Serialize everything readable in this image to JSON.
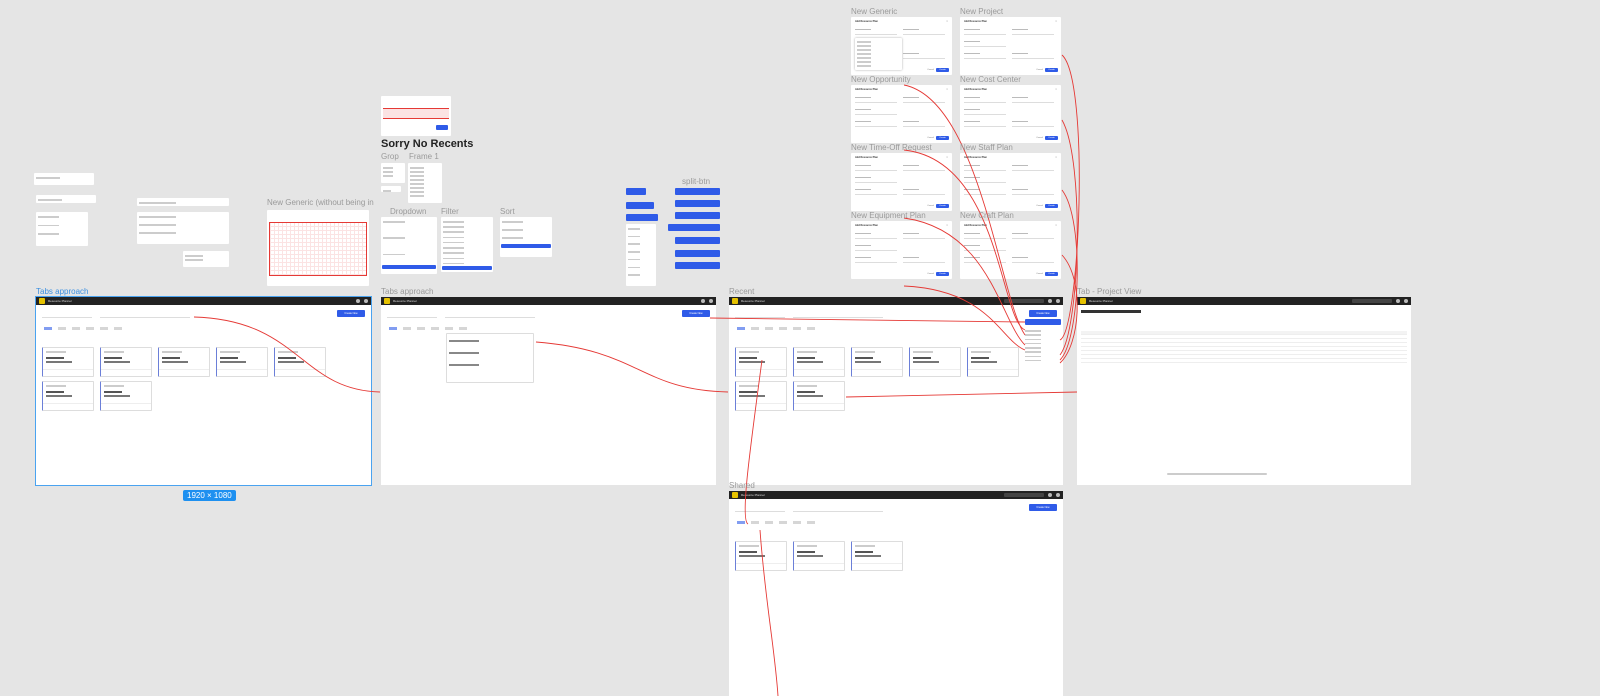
{
  "canvas": {
    "background": "#e5e5e5",
    "selection_color": "#4aa3f0",
    "accent": "#2f5be8",
    "connector_color": "#e53935"
  },
  "frame_labels": {
    "new_generic": "New Generic",
    "new_project": "New Project",
    "new_opportunity": "New Opportunity",
    "new_cost_center": "New Cost Center",
    "new_time_off": "New Time-Off Request",
    "new_staff_plan": "New Staff Plan",
    "new_equipment_plan": "New Equipment Plan",
    "new_craft_plan": "New Craft Plan",
    "tabs_approach_1": "Tabs approach",
    "tabs_approach_2": "Tabs approach",
    "recent": "Recent",
    "tab_project_view": "Tab - Project View",
    "shared": "Shared",
    "new_generic_without": "New Generic (without being in",
    "dropdown": "Dropdown",
    "filter": "Filter",
    "sort": "Sort",
    "split_btn": "split-btn",
    "grop": "Grop",
    "frame1": "Frame 1"
  },
  "sorry_text": "Sorry No Recents",
  "selection_size": "1920 × 1080",
  "app": {
    "title": "Resource Planner",
    "create_button": "Create New"
  },
  "dialog": {
    "title": "Add Resource Plan",
    "cancel": "Cancel",
    "create": "Create",
    "close": "×"
  }
}
